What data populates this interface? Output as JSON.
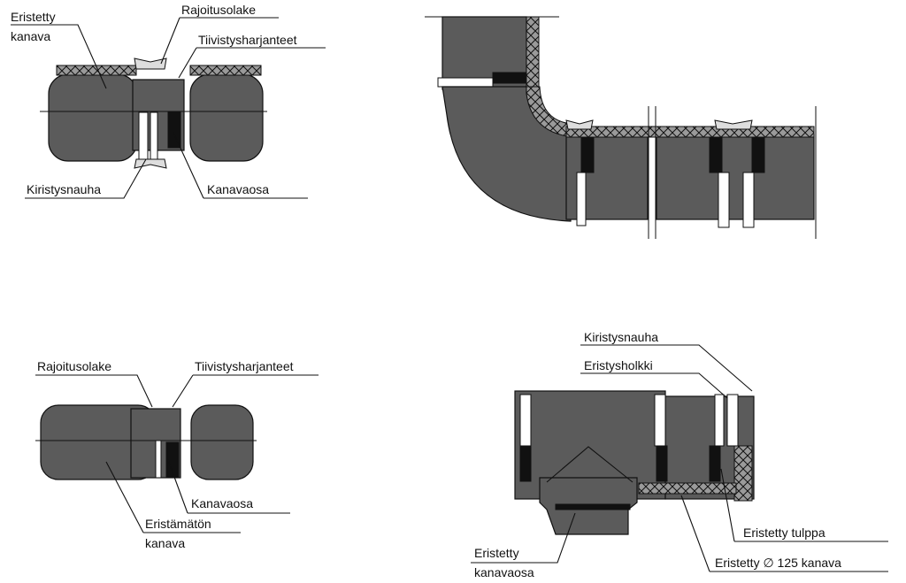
{
  "labels": {
    "tl_insulated_duct_1": "Eristetty",
    "tl_insulated_duct_2": "kanava",
    "tl_limit_collar": "Rajoitusolake",
    "tl_sealing_ridges": "Tiivistysharjanteet",
    "tl_clamp_band": "Kiristysnauha",
    "tl_duct_part": "Kanavaosa",
    "bl_limit_collar": "Rajoitusolake",
    "bl_sealing_ridges": "Tiivistysharjanteet",
    "bl_duct_part": "Kanavaosa",
    "bl_uninsulated_duct_1": "Eristämätön",
    "bl_uninsulated_duct_2": "kanava",
    "br_clamp_band": "Kiristysnauha",
    "br_insulation_sleeve": "Eristysholkki",
    "br_insulated_plug": "Eristetty tulppa",
    "br_insulated_duct": "Eristetty ∅ 125 kanava",
    "br_insulated_duct_part_1": "Eristetty",
    "br_insulated_duct_part_2": "kanavaosa"
  }
}
